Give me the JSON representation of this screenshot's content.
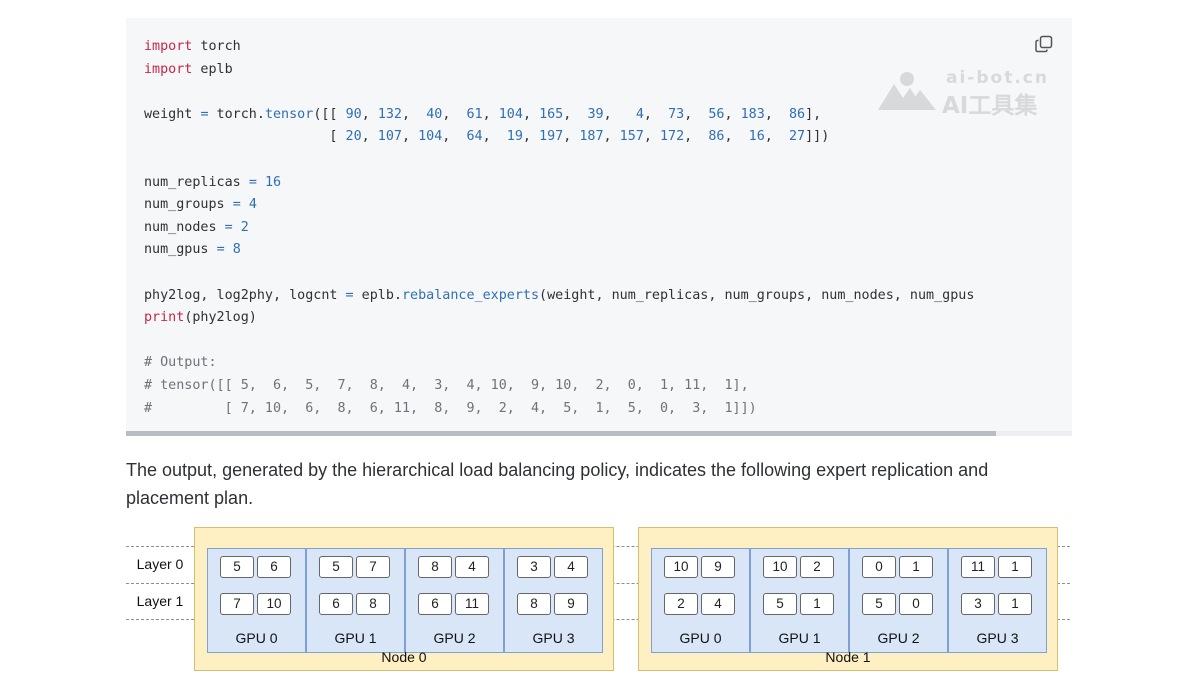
{
  "code": {
    "lines": [
      [
        {
          "t": "import",
          "c": "kw"
        },
        {
          "t": " torch"
        }
      ],
      [
        {
          "t": "import",
          "c": "kw"
        },
        {
          "t": " eplb"
        }
      ],
      [],
      [
        {
          "t": "weight "
        },
        {
          "t": "=",
          "c": "op"
        },
        {
          "t": " torch."
        },
        {
          "t": "tensor",
          "c": "fn"
        },
        {
          "t": "([[ "
        },
        {
          "t": "90",
          "c": "num"
        },
        {
          "t": ", "
        },
        {
          "t": "132",
          "c": "num"
        },
        {
          "t": ",  "
        },
        {
          "t": "40",
          "c": "num"
        },
        {
          "t": ",  "
        },
        {
          "t": "61",
          "c": "num"
        },
        {
          "t": ", "
        },
        {
          "t": "104",
          "c": "num"
        },
        {
          "t": ", "
        },
        {
          "t": "165",
          "c": "num"
        },
        {
          "t": ",  "
        },
        {
          "t": "39",
          "c": "num"
        },
        {
          "t": ",   "
        },
        {
          "t": "4",
          "c": "num"
        },
        {
          "t": ",  "
        },
        {
          "t": "73",
          "c": "num"
        },
        {
          "t": ",  "
        },
        {
          "t": "56",
          "c": "num"
        },
        {
          "t": ", "
        },
        {
          "t": "183",
          "c": "num"
        },
        {
          "t": ",  "
        },
        {
          "t": "86",
          "c": "num"
        },
        {
          "t": "],"
        }
      ],
      [
        {
          "t": "                       [ "
        },
        {
          "t": "20",
          "c": "num"
        },
        {
          "t": ", "
        },
        {
          "t": "107",
          "c": "num"
        },
        {
          "t": ", "
        },
        {
          "t": "104",
          "c": "num"
        },
        {
          "t": ",  "
        },
        {
          "t": "64",
          "c": "num"
        },
        {
          "t": ",  "
        },
        {
          "t": "19",
          "c": "num"
        },
        {
          "t": ", "
        },
        {
          "t": "197",
          "c": "num"
        },
        {
          "t": ", "
        },
        {
          "t": "187",
          "c": "num"
        },
        {
          "t": ", "
        },
        {
          "t": "157",
          "c": "num"
        },
        {
          "t": ", "
        },
        {
          "t": "172",
          "c": "num"
        },
        {
          "t": ",  "
        },
        {
          "t": "86",
          "c": "num"
        },
        {
          "t": ",  "
        },
        {
          "t": "16",
          "c": "num"
        },
        {
          "t": ",  "
        },
        {
          "t": "27",
          "c": "num"
        },
        {
          "t": "]])"
        }
      ],
      [],
      [
        {
          "t": "num_replicas "
        },
        {
          "t": "=",
          "c": "op"
        },
        {
          "t": " "
        },
        {
          "t": "16",
          "c": "num"
        }
      ],
      [
        {
          "t": "num_groups "
        },
        {
          "t": "=",
          "c": "op"
        },
        {
          "t": " "
        },
        {
          "t": "4",
          "c": "num"
        }
      ],
      [
        {
          "t": "num_nodes "
        },
        {
          "t": "=",
          "c": "op"
        },
        {
          "t": " "
        },
        {
          "t": "2",
          "c": "num"
        }
      ],
      [
        {
          "t": "num_gpus "
        },
        {
          "t": "=",
          "c": "op"
        },
        {
          "t": " "
        },
        {
          "t": "8",
          "c": "num"
        }
      ],
      [],
      [
        {
          "t": "phy2log, log2phy, logcnt "
        },
        {
          "t": "=",
          "c": "op"
        },
        {
          "t": " eplb."
        },
        {
          "t": "rebalance_experts",
          "c": "fn"
        },
        {
          "t": "(weight, num_replicas, num_groups, num_nodes, num_gpus"
        }
      ],
      [
        {
          "t": "print",
          "c": "kw"
        },
        {
          "t": "(phy2log)"
        }
      ],
      [],
      [
        {
          "t": "# Output:",
          "c": "cm"
        }
      ],
      [
        {
          "t": "# tensor([[ 5,  6,  5,  7,  8,  4,  3,  4, 10,  9, 10,  2,  0,  1, 11,  1],",
          "c": "cm"
        }
      ],
      [
        {
          "t": "#         [ 7, 10,  6,  8,  6, 11,  8,  9,  2,  4,  5,  1,  5,  0,  3,  1]])",
          "c": "cm"
        }
      ]
    ],
    "copy_icon": "copy-icon"
  },
  "watermark": {
    "url": "ai-bot.cn",
    "name": "AI工具集",
    "logo_icon": "cloud-logo-icon"
  },
  "paragraph": "The output, generated by the hierarchical load balancing policy, indicates the following expert replication and placement plan.",
  "diagram": {
    "row_labels": [
      "Layer 0",
      "Layer 1"
    ],
    "nodes": [
      {
        "label": "Node 0",
        "gpus": [
          {
            "label": "GPU 0",
            "layer0": [
              "5",
              "6"
            ],
            "layer1": [
              "7",
              "10"
            ]
          },
          {
            "label": "GPU 1",
            "layer0": [
              "5",
              "7"
            ],
            "layer1": [
              "6",
              "8"
            ]
          },
          {
            "label": "GPU 2",
            "layer0": [
              "8",
              "4"
            ],
            "layer1": [
              "6",
              "11"
            ]
          },
          {
            "label": "GPU 3",
            "layer0": [
              "3",
              "4"
            ],
            "layer1": [
              "8",
              "9"
            ]
          }
        ]
      },
      {
        "label": "Node 1",
        "gpus": [
          {
            "label": "GPU 0",
            "layer0": [
              "10",
              "9"
            ],
            "layer1": [
              "2",
              "4"
            ]
          },
          {
            "label": "GPU 1",
            "layer0": [
              "10",
              "2"
            ],
            "layer1": [
              "5",
              "1"
            ]
          },
          {
            "label": "GPU 2",
            "layer0": [
              "0",
              "1"
            ],
            "layer1": [
              "5",
              "0"
            ]
          },
          {
            "label": "GPU 3",
            "layer0": [
              "11",
              "1"
            ],
            "layer1": [
              "3",
              "1"
            ]
          }
        ]
      }
    ]
  }
}
